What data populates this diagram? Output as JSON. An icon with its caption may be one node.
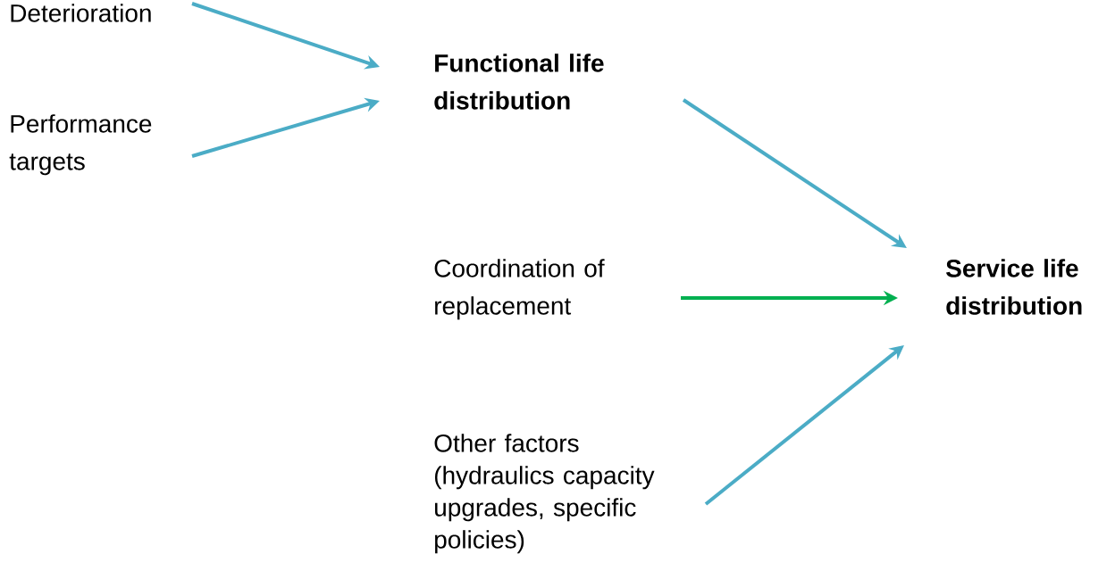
{
  "diagram": {
    "nodes": [
      {
        "text": [
          "Deterioration"
        ]
      },
      {
        "text": [
          "Performance targets"
        ]
      },
      {
        "text": [
          "Functional life distribution"
        ]
      },
      {
        "text": [
          "Coordination of replacement"
        ]
      },
      {
        "text": [
          "Service life distribution"
        ]
      },
      {
        "text": [
          "Other factors (hydraulics capacity upgrades, specific policies)"
        ]
      }
    ],
    "edges": [
      {
        "from": 0,
        "to": 2,
        "arrow": "to"
      },
      {
        "from": 1,
        "to": 2,
        "arrow": "to"
      },
      {
        "from": 2,
        "to": 4,
        "arrow": "to"
      },
      {
        "from": 3,
        "to": 4,
        "arrow": "to",
        "color": "#00b050"
      },
      {
        "from": 5,
        "to": 4,
        "arrow": "to"
      }
    ]
  }
}
